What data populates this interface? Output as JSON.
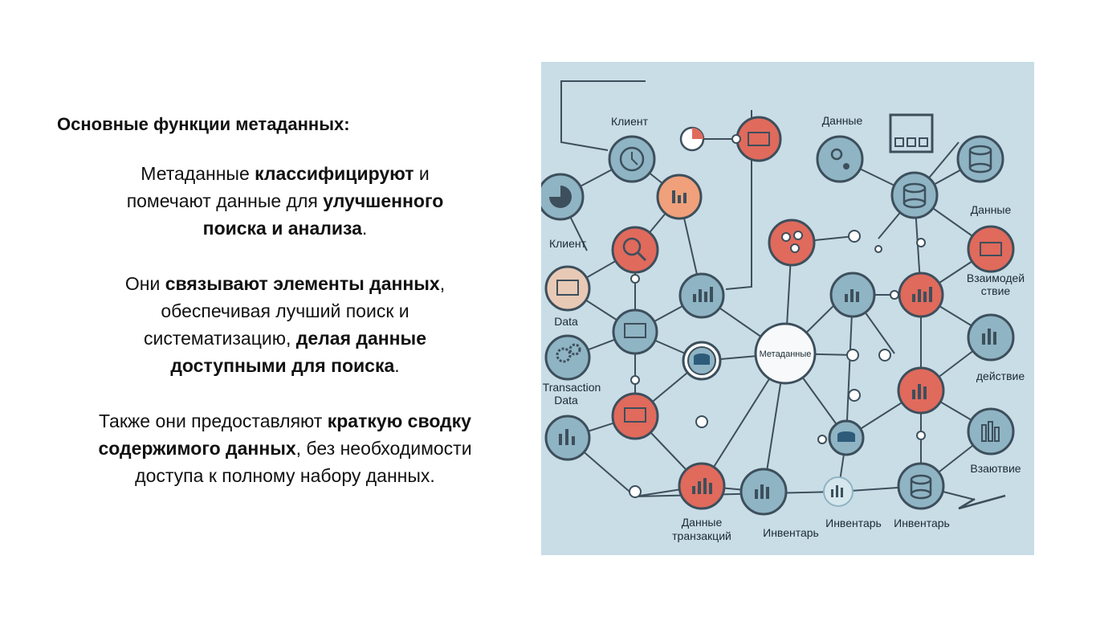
{
  "heading": "Основные функции метаданных:",
  "p1": {
    "a": "Метаданные ",
    "b": "классифицируют",
    "c": " и помечают данные для ",
    "d": "улучшенного поиска и анализа",
    "e": "."
  },
  "p2": {
    "a": "Они ",
    "b": "связывают элементы данных",
    "c": ", обеспечивая лучший поиск и систематизацию, ",
    "d": "делая данные доступными для поиска",
    "e": "."
  },
  "p3": {
    "a": "Также они предоставляют ",
    "b": "краткую сводку содержимого данных",
    "c": ", без необходимости доступа к полному набору данных."
  },
  "diagram": {
    "center": "Метаданные",
    "labels": {
      "client_top": "Клиент",
      "client_left": "Клиент",
      "data_top": "Данные",
      "data_right": "Данные",
      "interaction_1": "Взаимодей",
      "interaction_2": "ствие",
      "action": "действие",
      "data_left": "Data",
      "transaction_1": "Transaction",
      "transaction_2": "Data",
      "tx_ru_1": "Данные",
      "tx_ru_2": "транзакций",
      "inventory_1": "Инвентарь",
      "inventory_2": "Инвентарь",
      "inventory_3": "Инвентарь",
      "vzaoutvie": "Взаютвие"
    },
    "colors": {
      "background": "#c9dde6",
      "red": "#e06a5c",
      "blue": "#8fb4c4",
      "tan": "#e8c9b5",
      "orange": "#f0a07a",
      "line": "#3d4f5c"
    }
  }
}
